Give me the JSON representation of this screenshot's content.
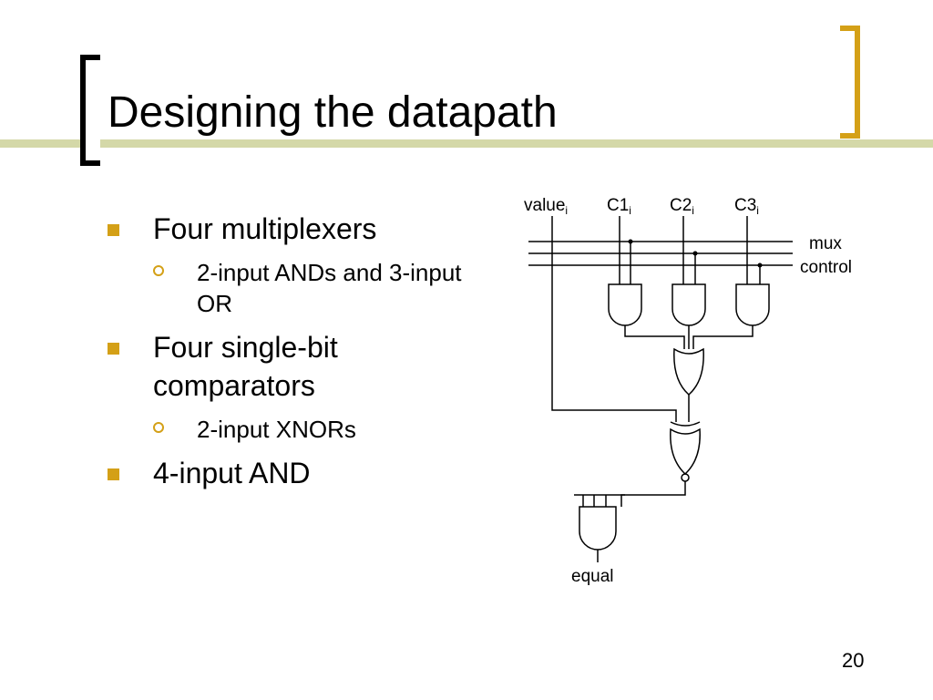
{
  "slide": {
    "title": "Designing the datapath",
    "page_number": "20"
  },
  "bullets": {
    "b1": "Four multiplexers",
    "b1_sub": "2-input ANDs and 3-input OR",
    "b2": "Four single-bit comparators",
    "b2_sub": "2-input XNORs",
    "b3": "4-input AND"
  },
  "diagram": {
    "value": "value",
    "c1": "C1",
    "c2": "C2",
    "c3": "C3",
    "subscript": "i",
    "mux_line1": "mux",
    "mux_line2": "control",
    "equal": "equal"
  },
  "colors": {
    "accent": "#d4a017",
    "title_band": "#d4d8a8"
  }
}
